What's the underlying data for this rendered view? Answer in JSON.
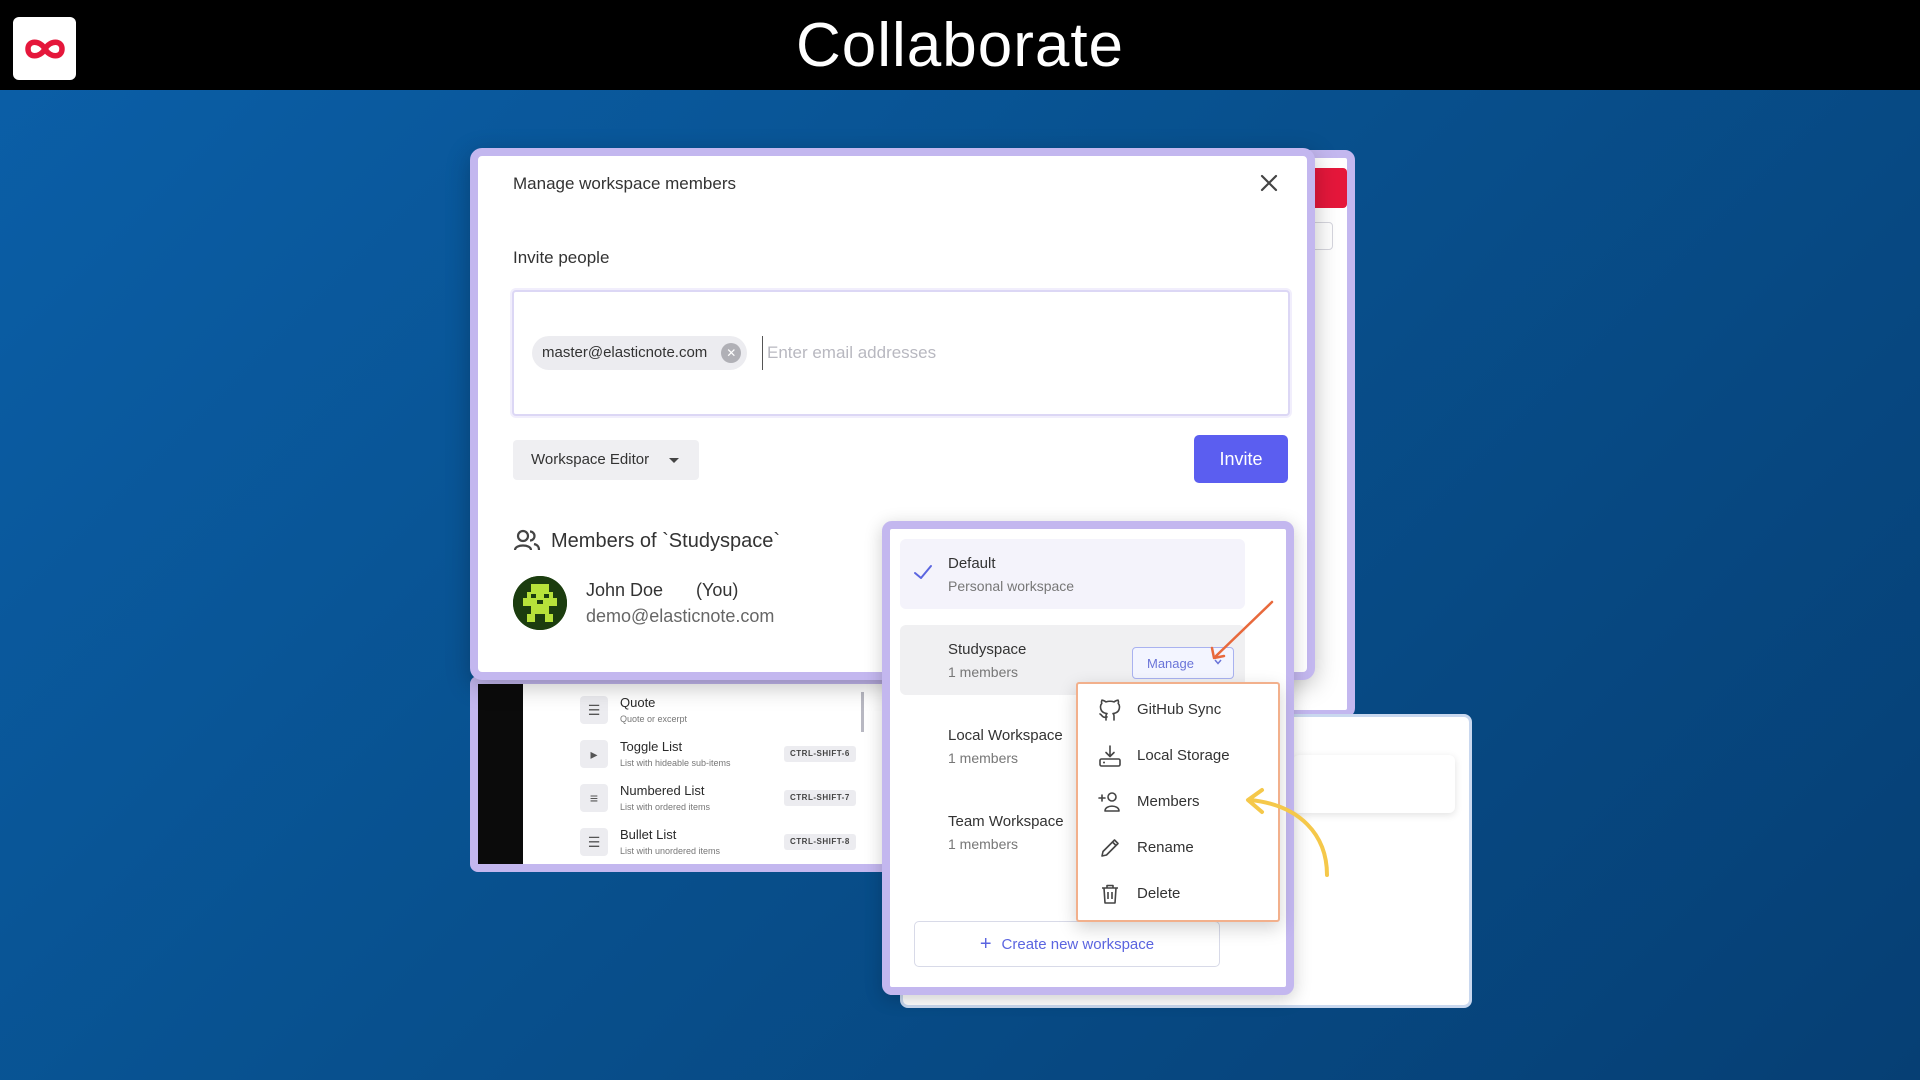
{
  "slide": {
    "title": "Collaborate",
    "logo_icon": "infinity-icon",
    "logo_color": "#e5173b"
  },
  "modal": {
    "title": "Manage workspace members",
    "invite_label": "Invite people",
    "email_chip": "master@elasticnote.com",
    "email_placeholder": "Enter email addresses",
    "role_select": "Workspace Editor",
    "invite_button": "Invite",
    "accent_color": "#5b5ef0",
    "members_heading": "Members of `Studyspace`",
    "members": [
      {
        "name": "John Doe",
        "tag": "(You)",
        "email": "demo@elasticnote.com"
      }
    ]
  },
  "blocks": [
    {
      "title": "Quote",
      "subtitle": "Quote or excerpt",
      "shortcut": ""
    },
    {
      "title": "Toggle List",
      "subtitle": "List with hideable sub-items",
      "shortcut": "CTRL-SHIFT-6"
    },
    {
      "title": "Numbered List",
      "subtitle": "List with ordered items",
      "shortcut": "CTRL-SHIFT-7"
    },
    {
      "title": "Bullet List",
      "subtitle": "List with unordered items",
      "shortcut": "CTRL-SHIFT-8"
    }
  ],
  "workspaces": {
    "items": [
      {
        "name": "Default",
        "subtitle": "Personal workspace",
        "selected": true
      },
      {
        "name": "Studyspace",
        "subtitle": "1 members",
        "selected": false
      },
      {
        "name": "Local Workspace",
        "subtitle": "1 members",
        "selected": false
      },
      {
        "name": "Team Workspace",
        "subtitle": "1 members",
        "selected": false
      }
    ],
    "manage_button": "Manage",
    "create_button": "Create new workspace"
  },
  "manage_menu": {
    "items": [
      {
        "label": "GitHub Sync",
        "icon": "github-icon"
      },
      {
        "label": "Local Storage",
        "icon": "download-icon"
      },
      {
        "label": "Members",
        "icon": "add-user-icon"
      },
      {
        "label": "Rename",
        "icon": "pencil-icon"
      },
      {
        "label": "Delete",
        "icon": "trash-icon"
      }
    ]
  },
  "annotation_colors": {
    "manage_arrow": "#e8693c",
    "members_arrow": "#f5c84a"
  }
}
